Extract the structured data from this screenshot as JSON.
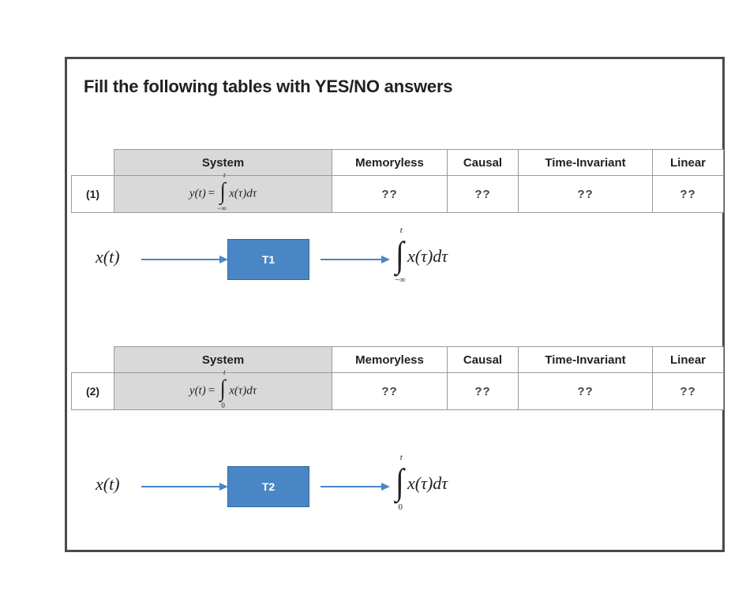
{
  "document": {
    "title": "Fill the following tables with YES/NO answers"
  },
  "colors": {
    "block_fill": "#4a86c5",
    "block_stroke": "#31679f",
    "arrow": "#4a86c5",
    "header_gray": "#d9d9d9",
    "page_border": "#4a4a4a",
    "text": "#231f20"
  },
  "table_columns": {
    "index": "",
    "system": "System",
    "memoryless": "Memoryless",
    "causal": "Causal",
    "time_invariant": "Time-Invariant",
    "linear": "Linear"
  },
  "tables": [
    {
      "index_label": "(1)",
      "formula": {
        "lhs": "y(t)",
        "equals": "=",
        "integral_upper": "t",
        "integral_lower": "−∞",
        "integrand": "x(τ)dτ"
      },
      "answers": {
        "memoryless": "??",
        "causal": "??",
        "time_invariant": "??",
        "linear": "??"
      },
      "diagram": {
        "input_label": "x(t)",
        "block_label": "T1",
        "output": {
          "integral_upper": "t",
          "integral_lower": "−∞",
          "integrand": "x(τ)dτ"
        }
      }
    },
    {
      "index_label": "(2)",
      "formula": {
        "lhs": "y(t)",
        "equals": "=",
        "integral_upper": "t",
        "integral_lower": "0",
        "integrand": "x(τ)dτ"
      },
      "answers": {
        "memoryless": "??",
        "causal": "??",
        "time_invariant": "??",
        "linear": "??"
      },
      "diagram": {
        "input_label": "x(t)",
        "block_label": "T2",
        "output": {
          "integral_upper": "t",
          "integral_lower": "0",
          "integrand": "x(τ)dτ"
        }
      }
    }
  ],
  "glyphs": {
    "integral_sign": "∫"
  }
}
